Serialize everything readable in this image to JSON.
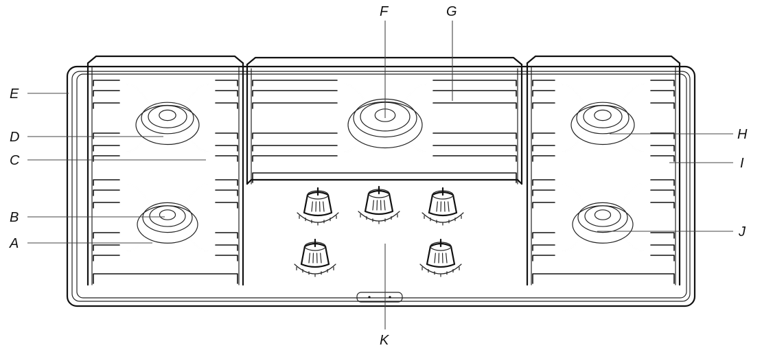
{
  "callouts": {
    "A": "A",
    "B": "B",
    "C": "C",
    "D": "D",
    "E": "E",
    "F": "F",
    "G": "G",
    "H": "H",
    "I": "I",
    "J": "J",
    "K": "K"
  },
  "burners": [
    "front-left",
    "rear-left",
    "center",
    "rear-right",
    "front-right"
  ],
  "control_knobs": 5,
  "colors": {
    "line": "#111111",
    "background": "#ffffff"
  }
}
